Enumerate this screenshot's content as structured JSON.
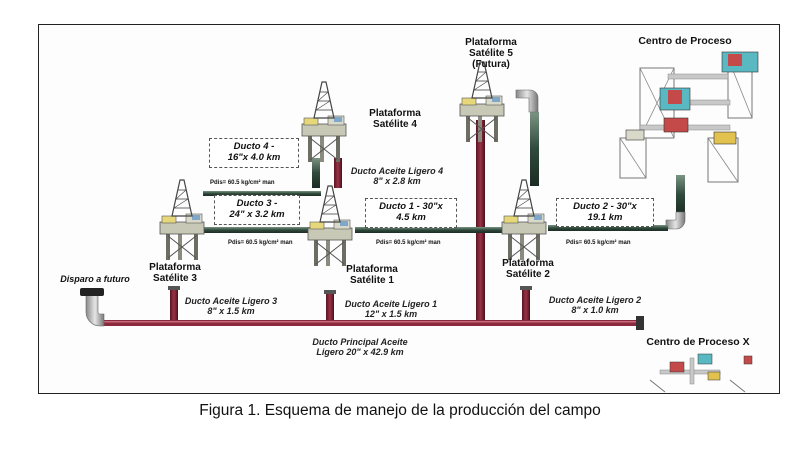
{
  "labels": {
    "sat5": "Plataforma\nSatélite 5\n(Futura)",
    "centro": "Centro de Proceso",
    "sat4": "Plataforma\nSatélite 4",
    "sat3": "Plataforma\nSatélite 3",
    "sat1": "Plataforma\nSatélite 1",
    "sat2": "Plataforma\nSatélite 2",
    "disparo": "Disparo a futuro",
    "centro_x": "Centro de Proceso X"
  },
  "boxes": {
    "ducto4": "Ducto 4 -\n16\"x 4.0 km",
    "ducto3": "Ducto 3 -\n24\" x 3.2 km",
    "ducto1": "Ducto 1 - 30\"x\n4.5 km",
    "ducto2": "Ducto 2 - 30\"x\n19.1 km"
  },
  "pdis": {
    "p4": "Pdis= 60.5 kg/cm² man",
    "p3": "Pdis= 60.5 kg/cm² man",
    "p1": "Pdis= 60.5 kg/cm² man",
    "p2": "Pdis= 60.5 kg/cm² man"
  },
  "pipes": {
    "al4": "Ducto Aceite Ligero 4\n8\" x 2.8 km",
    "al3": "Ducto Aceite Ligero 3\n8\" x 1.5 km",
    "al1": "Ducto Aceite Ligero 1\n12\" x 1.5 km",
    "al2": "Ducto Aceite Ligero 2\n8\" x 1.0 km",
    "principal": "Ducto Principal Aceite\nLigero  20\" x 42.9 km"
  },
  "caption": "Figura 1. Esquema de manejo de la producción del campo",
  "colors": {
    "oil_pipe": "#8b2a3c",
    "gas_pipe": "#2f4a3c",
    "platform": "#b9b9a8",
    "module_red": "#c44a4a",
    "module_teal": "#59b8c2",
    "module_yellow": "#e2c24e"
  }
}
